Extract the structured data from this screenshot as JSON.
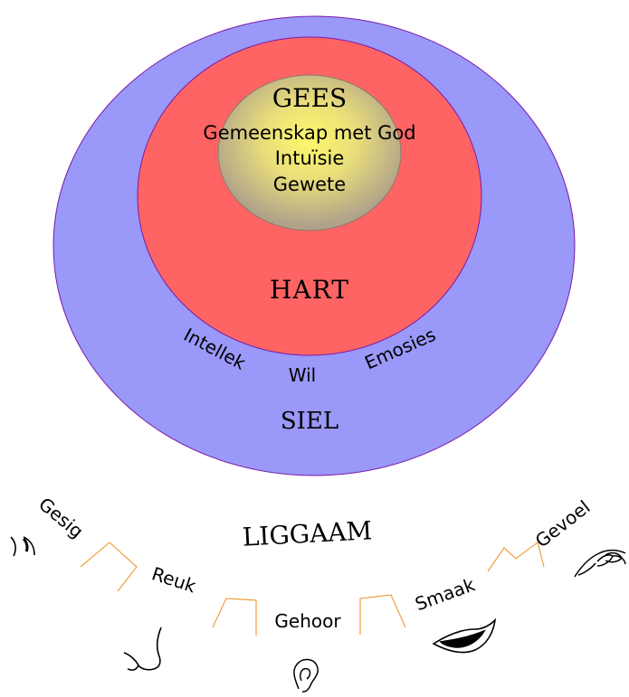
{
  "gees": {
    "title": "GEES",
    "lines": [
      "Gemeenskap met God",
      "Intuïsie",
      "Gewete"
    ]
  },
  "hart": {
    "title": "HART"
  },
  "siel": {
    "title": "SIEL",
    "intellek": "Intellek",
    "wil": "Wil",
    "emosies": "Emosies"
  },
  "liggaam": {
    "title": "LIGGAAM",
    "senses": {
      "gesig": "Gesig",
      "reuk": "Reuk",
      "gehoor": "Gehoor",
      "smaak": "Smaak",
      "gevoel": "Gevoel"
    }
  },
  "colors": {
    "siel": "#9a98f8",
    "hart": "#fe6464",
    "gees_center": "#fdf86a",
    "gees_edge": "#b0a28a",
    "outline": "#7a1aa8",
    "bracket": "#f0a040"
  },
  "icons": [
    "eye-icon",
    "nose-icon",
    "ear-icon",
    "mouth-icon",
    "hand-icon"
  ]
}
